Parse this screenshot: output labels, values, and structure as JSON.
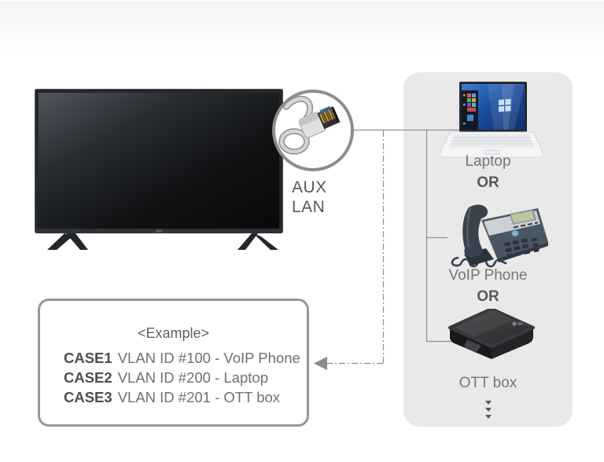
{
  "port": {
    "line1": "AUX",
    "line2": "LAN"
  },
  "panel": {
    "or_label": "OR",
    "devices": [
      {
        "label": "Laptop"
      },
      {
        "label": "VoIP Phone"
      },
      {
        "label": "OTT box"
      }
    ]
  },
  "example": {
    "title": "<Example>",
    "cases": [
      {
        "name": "CASE1",
        "desc": "VLAN ID #100 - VoIP Phone"
      },
      {
        "name": "CASE2",
        "desc": "VLAN ID #200 - Laptop"
      },
      {
        "name": "CASE3",
        "desc": "VLAN ID #201 - OTT box"
      }
    ]
  },
  "icons": {
    "tv": "flat-screen television",
    "ethernet": "lan-cable-connector magnified in circle",
    "laptop": "laptop computer",
    "voip_phone": "desk voip telephone",
    "ott_box": "ott set-top box",
    "arrow": "left-pointing arrowhead on dashed callout line",
    "ellipsis": "vertical more-devices dots"
  },
  "colors": {
    "panel_bg": "#e9e9ea",
    "line": "#8f9092",
    "text": "#767677",
    "text_dark": "#59595b",
    "box_border": "#97979a",
    "tv_black": "#0b0c0e"
  }
}
